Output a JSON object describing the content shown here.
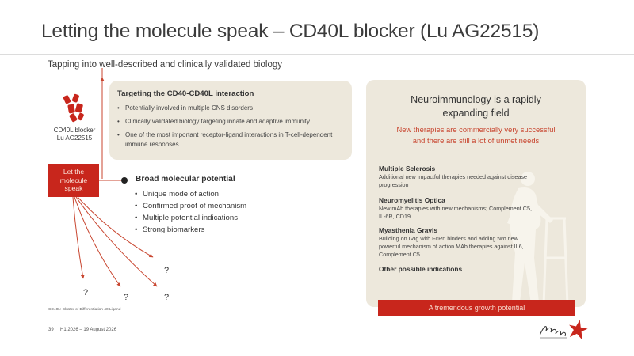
{
  "slide": {
    "title": "Letting the molecule speak – CD40L blocker (Lu AG22515)",
    "subtitle": "Tapping into well-described and clinically validated biology"
  },
  "top_card": {
    "heading": "Targeting the CD40-CD40L interaction",
    "bullets": [
      "Potentially involved in multiple CNS disorders",
      "Clinically validated biology targeting innate and adaptive immunity",
      "One of the most important receptor-ligand interactions in T-cell-dependent immune responses"
    ]
  },
  "molecule": {
    "label_line1": "CD40L blocker",
    "label_line2": "Lu AG22515"
  },
  "speak_box": {
    "line1": "Let the",
    "line2": "molecule",
    "line3": "speak"
  },
  "broad": {
    "heading": "Broad molecular potential",
    "items": [
      "Unique mode of action",
      "Confirmed proof of mechanism",
      "Multiple potential indications",
      "Strong biomarkers"
    ]
  },
  "question_mark": "?",
  "footnote": "CD40L: Cluster of Differentiation 40 Ligand",
  "footer": {
    "page": "39",
    "date_text": "H1 2026 – 19 August 2026"
  },
  "right_card": {
    "title_line1": "Neuroimmunology is a rapidly",
    "title_line2": "expanding field",
    "sub_line1": "New therapies are commercially very successful",
    "sub_line2": "and there are still a lot of unmet needs",
    "indications": [
      {
        "title": "Multiple Sclerosis",
        "desc1": "Additional new impactful therapies needed against disease",
        "desc2": "progression",
        "desc3": ""
      },
      {
        "title": "Neuromyelitis Optica",
        "desc1": "New mAb therapies with new mechanisms; Complement C5,",
        "desc2": "IL-6R, CD19",
        "desc3": ""
      },
      {
        "title": "Myasthenia Gravis",
        "desc1": "Building on IVIg with FcRn binders and adding two new",
        "desc2": "powerful mechanism of action MAb therapies against IL6,",
        "desc3": "Complement C5"
      },
      {
        "title": "Other possible indications",
        "desc1": "",
        "desc2": "",
        "desc3": ""
      }
    ]
  },
  "growth_banner": "A tremendous growth potential",
  "colors": {
    "accent_red": "#c8261c",
    "beige": "#ede8dc",
    "subtitle_red": "#c8452f"
  },
  "icons": [
    "molecule-icon",
    "elderly-walker-icon",
    "lundbeck-logo"
  ]
}
